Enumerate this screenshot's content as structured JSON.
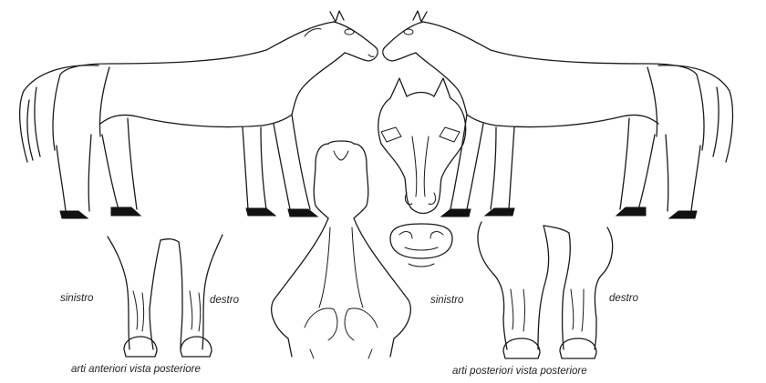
{
  "labels": {
    "front_left": "sinistro",
    "front_right": "destro",
    "hind_left": "sinistro",
    "hind_right": "destro",
    "front_caption": "arti anteriori vista posteriore",
    "hind_caption": "arti posteriori vista posteriore"
  }
}
